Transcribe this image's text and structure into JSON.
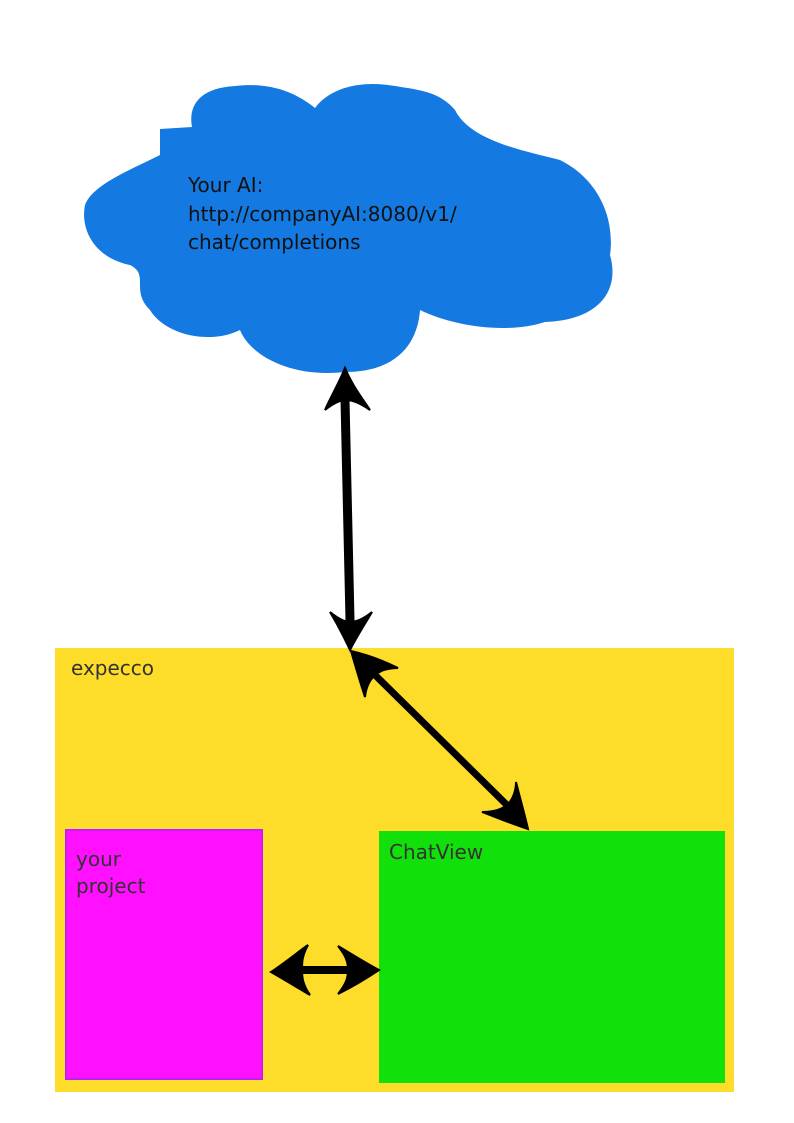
{
  "cloud": {
    "label_lines": [
      "Your AI:",
      "http://companyAI:8080/v1/",
      "chat/completions"
    ],
    "color": "#1479e0"
  },
  "expecco": {
    "label": "expecco",
    "color": "#fddc2a"
  },
  "project": {
    "label_lines": [
      "your",
      "project"
    ],
    "color": "#ff10ff",
    "border_color": "#c51cff"
  },
  "chatview": {
    "label": "ChatView",
    "color": "#12e00a"
  },
  "arrows": {
    "color": "#000000"
  }
}
